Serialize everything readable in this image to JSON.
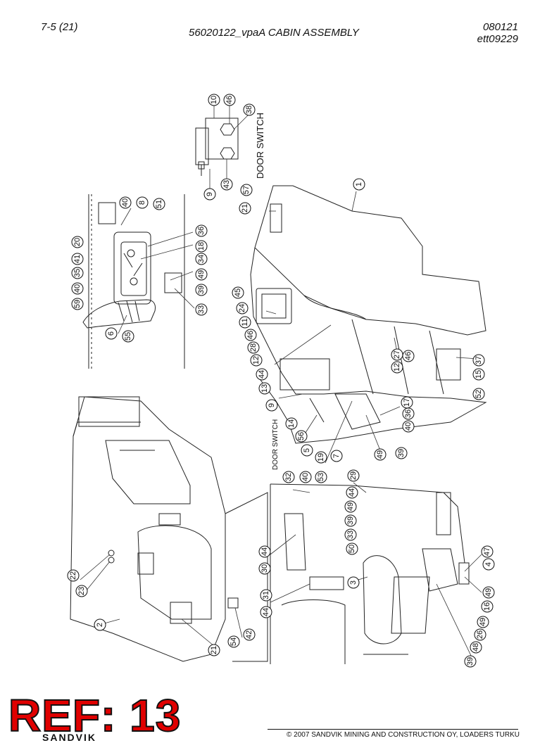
{
  "header": {
    "page": "7-5 (21)",
    "title": "56020122_vpaA CABIN ASSEMBLY",
    "date": "080121",
    "code": "ett09229"
  },
  "labels": {
    "door_switch_top": "DOOR SWITCH",
    "door_switch_mid": "DOOR SWITCH"
  },
  "balloons": [
    "10",
    "46",
    "38",
    "9",
    "43",
    "57",
    "21",
    "1",
    "40",
    "8",
    "51",
    "20",
    "36",
    "41",
    "18",
    "35",
    "34",
    "40",
    "49",
    "59",
    "39",
    "33",
    "6",
    "55",
    "45",
    "24",
    "11",
    "46",
    "28",
    "12",
    "44",
    "13",
    "9",
    "14",
    "56",
    "5",
    "19",
    "7",
    "49",
    "39",
    "40",
    "36",
    "17",
    "12",
    "27",
    "46",
    "37",
    "15",
    "52",
    "32",
    "40",
    "53",
    "29",
    "44",
    "49",
    "39",
    "33",
    "50",
    "44",
    "30",
    "3",
    "31",
    "44",
    "47",
    "4",
    "49",
    "16",
    "49",
    "26",
    "48",
    "39",
    "22",
    "23",
    "2",
    "54",
    "42",
    "21"
  ],
  "footer": {
    "ref": "REF: 13",
    "brand": "SANDVIK",
    "copyright": "© 2007 SANDVIK MINING AND CONSTRUCTION OY, LOADERS TURKU"
  }
}
